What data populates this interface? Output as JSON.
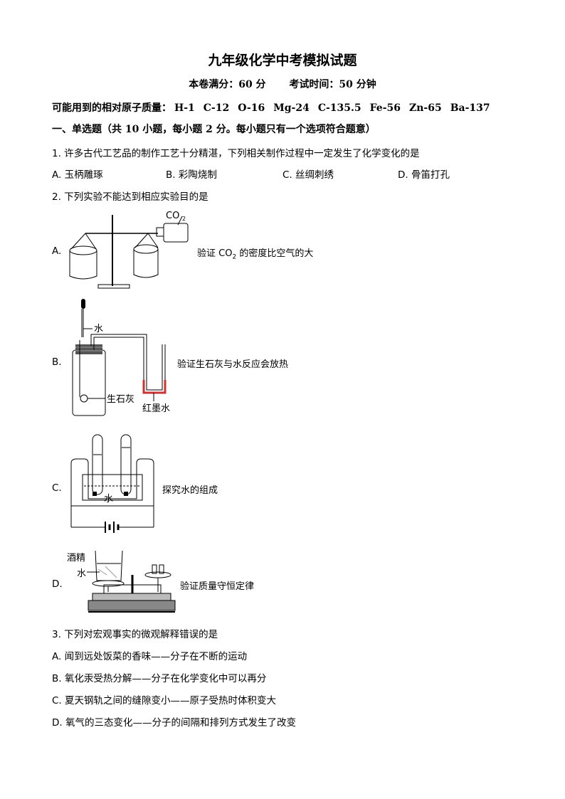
{
  "title": "九年级化学中考模拟试题",
  "subtitle": {
    "score": "本卷满分：60 分",
    "time": "考试时间：50 分钟"
  },
  "atomic_masses": {
    "label": "可能用到的相对原子质量：",
    "items": [
      "H-1",
      "C-12",
      "O-16",
      "Mg-24",
      "C-135.5",
      "Fe-56",
      "Zn-65",
      "Ba-137"
    ]
  },
  "section1": "一、单选题（共 10 小题，每小题 2 分。每小题只有一个选项符合题意）",
  "q1": {
    "stem": "1. 许多古代工艺品的制作工艺十分精湛，下列相关制作过程中一定发生了化学变化的是",
    "options": [
      "A.  玉柄雕琢",
      "B.  彩陶烧制",
      "C.  丝绸刺绣",
      "D.  骨笛打孔"
    ]
  },
  "q2": {
    "stem": "2. 下列实验不能达到相应实验目的是",
    "A": {
      "letter": "A.",
      "label_co2": "CO",
      "label_co2_sub": "2",
      "desc_pre": "验证 CO",
      "desc_sub": "2",
      "desc_post": " 的密度比空气的大"
    },
    "B": {
      "letter": "B.",
      "water": "水",
      "lime": "生石灰",
      "ink": "红墨水",
      "desc": "验证生石灰与水反应会放热"
    },
    "C": {
      "letter": "C.",
      "water": "水",
      "desc": "探究水的组成"
    },
    "D": {
      "letter": "D.",
      "alcohol": "酒精",
      "water": "水",
      "desc": "验证质量守恒定律"
    }
  },
  "q3": {
    "stem": "3. 下列对宏观事实的微观解释错误的是",
    "options": [
      "A.  闻到远处饭菜的香味——分子在不断的运动",
      "B.  氧化汞受热分解——分子在化学变化中可以再分",
      "C.  夏天钢轨之间的缝隙变小——原子受热时体积变大",
      "D.  氧气的三态变化——分子的间隔和排列方式发生了改变"
    ]
  }
}
